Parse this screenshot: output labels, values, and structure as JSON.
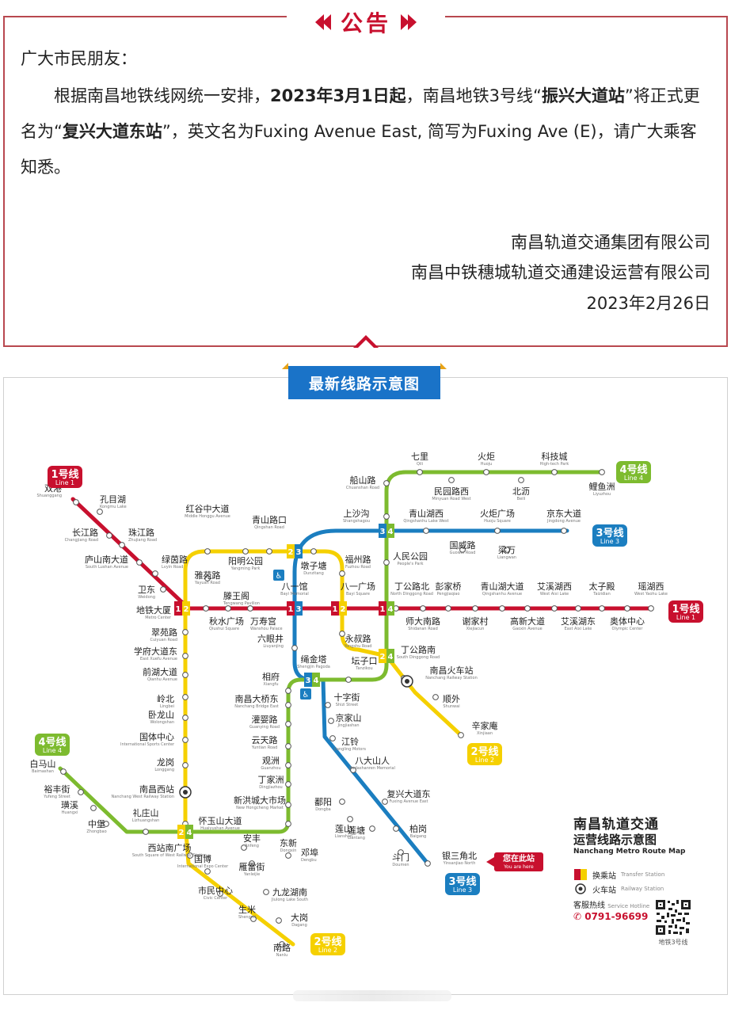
{
  "notice": {
    "title": "公告",
    "greeting": "广大市民朋友：",
    "body_part1": "根据南昌地铁线网统一安排，",
    "body_date": "2023年3月1日起",
    "body_part2": "，南昌地铁3号线“",
    "body_old_name": "振兴大道站",
    "body_part3": "”将正式更名为“",
    "body_new_name": "复兴大道东站",
    "body_part4": "”，英文名为Fuxing Avenue East, 简写为Fuxing Ave (E)，请广大乘客知悉。",
    "signature_1": "南昌轨道交通集团有限公司",
    "signature_2": "南昌中铁穗城轨道交通建设运营有限公司",
    "signature_date": "2023年2月26日"
  },
  "map": {
    "header": "最新线路示意图",
    "legend_title": "南昌轨道交通",
    "legend_subtitle": "运营线路示意图",
    "legend_en": "Nanchang Metro Route Map",
    "legend_transfer": "换乘站",
    "legend_transfer_en": "Transfer Station",
    "legend_railway": "火车站",
    "legend_railway_en": "Railway Station",
    "legend_hotline": "客服热线",
    "legend_hotline_en": "Service Hotline",
    "legend_phone": "0791-96699",
    "qr_caption": "地铁3号线",
    "you_are_here": "您在此站",
    "you_are_here_en": "You are here"
  },
  "colors": {
    "line1": "#c8102e",
    "line2": "#f5d000",
    "line3": "#1b7ec0",
    "line4": "#7dbb2f",
    "notice_red": "#c8102e",
    "header_blue": "#1a73c8"
  },
  "lines": [
    {
      "id": "1",
      "badge": "1号线",
      "badge_en": "Line 1",
      "color": "#c8102e"
    },
    {
      "id": "2",
      "badge": "2号线",
      "badge_en": "Line 2",
      "color": "#f5d000"
    },
    {
      "id": "3",
      "badge": "3号线",
      "badge_en": "Line 3",
      "color": "#1b7ec0"
    },
    {
      "id": "4",
      "badge": "4号线",
      "badge_en": "Line 4",
      "color": "#7dbb2f"
    }
  ],
  "stations": [
    {
      "cn": "双港",
      "en": "Shuanggang"
    },
    {
      "cn": "孔目湖",
      "en": "Kongmu Lake"
    },
    {
      "cn": "长江路",
      "en": "Changjiang Road"
    },
    {
      "cn": "珠江路",
      "en": "Zhujiang Road"
    },
    {
      "cn": "庐山南大道",
      "en": "South Lushan Avenue"
    },
    {
      "cn": "绿茵路",
      "en": "Lvyin Road"
    },
    {
      "cn": "卫东",
      "en": "Weidong"
    },
    {
      "cn": "地铁大厦",
      "en": "Metro Center"
    },
    {
      "cn": "秋水广场",
      "en": "Qiushui Square"
    },
    {
      "cn": "滕王阁",
      "en": "Tengwang Pavilion"
    },
    {
      "cn": "万寿宫",
      "en": "Wanshou Palace"
    },
    {
      "cn": "八一馆",
      "en": "Bayi Memorial"
    },
    {
      "cn": "八一广场",
      "en": "Bayi Square"
    },
    {
      "cn": "丁公路北",
      "en": "North Dinggong Road"
    },
    {
      "cn": "师大南路",
      "en": "Shidanan Road"
    },
    {
      "cn": "彭家桥",
      "en": "Pengjiaqiao"
    },
    {
      "cn": "谢家村",
      "en": "Xiejiacun"
    },
    {
      "cn": "青山湖大道",
      "en": "Qingshanhu Avenue"
    },
    {
      "cn": "高新大道",
      "en": "Gaoxin Avenue"
    },
    {
      "cn": "艾溪湖西",
      "en": "West Aixi Lake"
    },
    {
      "cn": "艾溪湖东",
      "en": "East Aixi Lake"
    },
    {
      "cn": "太子殿",
      "en": "Taizidian"
    },
    {
      "cn": "奥体中心",
      "en": "Olympic Center"
    },
    {
      "cn": "瑶湖西",
      "en": "West Yaohu Lake"
    },
    {
      "cn": "红谷中大道",
      "en": "Middle Honggu Avenue"
    },
    {
      "cn": "雅苑路",
      "en": "Yayuan Road"
    },
    {
      "cn": "阳明公园",
      "en": "Yangming Park"
    },
    {
      "cn": "青山路口",
      "en": "Qingshan Road"
    },
    {
      "cn": "墩子塘",
      "en": "Dunzitang"
    },
    {
      "cn": "福州路",
      "en": "Fuzhou Road"
    },
    {
      "cn": "永叔路",
      "en": "Yongshu Road"
    },
    {
      "cn": "丁公路南",
      "en": "South Dinggong Road"
    },
    {
      "cn": "南昌火车站",
      "en": "Nanchang Railway Station"
    },
    {
      "cn": "顺外",
      "en": "Shunwai"
    },
    {
      "cn": "辛家庵",
      "en": "Xinjiaan"
    },
    {
      "cn": "翠苑路",
      "en": "Cuiyuan Road"
    },
    {
      "cn": "学府大道东",
      "en": "East Xuefu Avenue"
    },
    {
      "cn": "前湖大道",
      "en": "Qianhu Avenue"
    },
    {
      "cn": "岭北",
      "en": "Lingbei"
    },
    {
      "cn": "卧龙山",
      "en": "Wolongshan"
    },
    {
      "cn": "国体中心",
      "en": "International Sports Center"
    },
    {
      "cn": "龙岗",
      "en": "Longgang"
    },
    {
      "cn": "南昌西站",
      "en": "Nanchang West Railway Station"
    },
    {
      "cn": "怀玉山大道",
      "en": "Huaiyushan Avenue"
    },
    {
      "cn": "西站南广场",
      "en": "South Square of West Railway Station"
    },
    {
      "cn": "国博",
      "en": "International Expo Center"
    },
    {
      "cn": "市民中心",
      "en": "Civic Center"
    },
    {
      "cn": "生米",
      "en": "Shengmi"
    },
    {
      "cn": "南路",
      "en": "Nanlu"
    },
    {
      "cn": "安丰",
      "en": "Anfeng"
    },
    {
      "cn": "雁雷街",
      "en": "Yanleijie"
    },
    {
      "cn": "九龙湖南",
      "en": "Jiulong Lake South"
    },
    {
      "cn": "大岗",
      "en": "Dagang"
    },
    {
      "cn": "邓埠",
      "en": "Dengbu"
    },
    {
      "cn": "绳金塔",
      "en": "Shengjin Pagoda"
    },
    {
      "cn": "六眼井",
      "en": "Liuyanjing"
    },
    {
      "cn": "坛子口",
      "en": "Tanzikou"
    },
    {
      "cn": "十字街",
      "en": "Shizi Street"
    },
    {
      "cn": "京家山",
      "en": "Jingjiashan"
    },
    {
      "cn": "江铃",
      "en": "Jiangling Motors"
    },
    {
      "cn": "八大山人",
      "en": "Badashanren Memorial"
    },
    {
      "cn": "复兴大道东",
      "en": "Fuxing Avenue East"
    },
    {
      "cn": "柏岗",
      "en": "Baigang"
    },
    {
      "cn": "银三角北",
      "en": "Yinsanjiao North"
    },
    {
      "cn": "斗门",
      "en": "Doumen"
    },
    {
      "cn": "莲塘",
      "en": "Liantang"
    },
    {
      "cn": "鄱阳",
      "en": "Dongba"
    },
    {
      "cn": "东新",
      "en": "Dongxin"
    },
    {
      "cn": "莲山",
      "en": "Lianshan"
    },
    {
      "cn": "七里",
      "en": "Qili"
    },
    {
      "cn": "火炬",
      "en": "Huoju"
    },
    {
      "cn": "科技城",
      "en": "High-tech Park"
    },
    {
      "cn": "鲤鱼洲",
      "en": "Liyuzhou"
    },
    {
      "cn": "北沥",
      "en": "Beili"
    },
    {
      "cn": "民园路西",
      "en": "Minyuan Road West"
    },
    {
      "cn": "船山路",
      "en": "Chuanshan Road"
    },
    {
      "cn": "上沙沟",
      "en": "Shangshagou"
    },
    {
      "cn": "青山湖西",
      "en": "Qingshanhu Lake West"
    },
    {
      "cn": "火炬广场",
      "en": "Huoju Square"
    },
    {
      "cn": "京东大道",
      "en": "Jingdong Avenue"
    },
    {
      "cn": "国威路",
      "en": "Guowei Road"
    },
    {
      "cn": "梁万",
      "en": "Liangwan"
    },
    {
      "cn": "人民公园",
      "en": "People's Park"
    },
    {
      "cn": "相府",
      "en": "Xiangfu"
    },
    {
      "cn": "南昌大桥东",
      "en": "Nanchang Bridge East"
    },
    {
      "cn": "灌婴路",
      "en": "Guanying Road"
    },
    {
      "cn": "云天路",
      "en": "Yuntian Road"
    },
    {
      "cn": "观洲",
      "en": "Guanzhou"
    },
    {
      "cn": "丁家洲",
      "en": "Dingjiazhou"
    },
    {
      "cn": "新洪城大市场",
      "en": "New Hongcheng Market"
    },
    {
      "cn": "白马山",
      "en": "Baimashan"
    },
    {
      "cn": "裕丰街",
      "en": "Yufeng Street"
    },
    {
      "cn": "璜溪",
      "en": "Huangxi"
    },
    {
      "cn": "中堡",
      "en": "Zhongbao"
    },
    {
      "cn": "礼庄山",
      "en": "Lizhuangshan"
    }
  ]
}
